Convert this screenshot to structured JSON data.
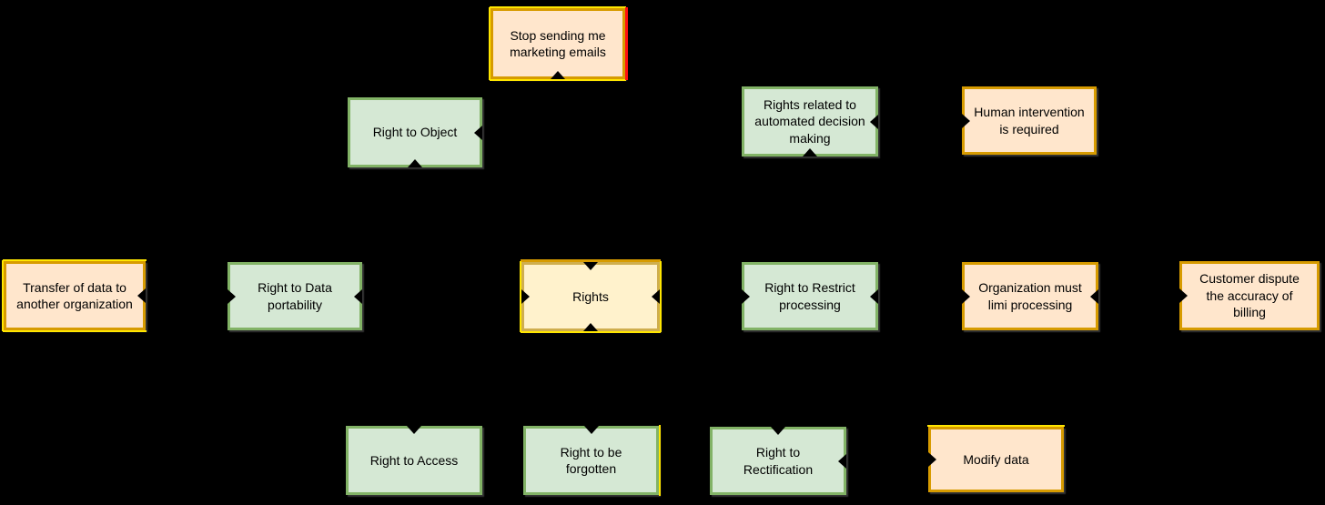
{
  "diagram": {
    "title": "Rights mind map",
    "background": "#000000",
    "palette": {
      "green_fill": "#d5e8d4",
      "green_stroke": "#82b366",
      "orange_fill": "#ffe6cc",
      "orange_stroke": "#d79b00",
      "yellow_fill": "#fff2cc",
      "yellow_stroke": "#cfae4e",
      "accent_yellow": "#ffe600",
      "accent_red": "#fe1010",
      "text": "#000000"
    },
    "nodes": [
      {
        "id": "stop-marketing-emails",
        "label": "Stop sending me marketing emails",
        "style": "orange",
        "accents": [
          "yellow-top",
          "yellow-bottom",
          "yellow-left",
          "red-right"
        ],
        "arrowheads": [
          "bottom"
        ]
      },
      {
        "id": "right-to-object",
        "label": "Right to Object",
        "style": "green",
        "accents": [],
        "arrowheads": [
          "bottom",
          "right"
        ]
      },
      {
        "id": "automated-decision-making",
        "label": "Rights related to automated decision making",
        "style": "green",
        "accents": [],
        "arrowheads": [
          "bottom",
          "right"
        ]
      },
      {
        "id": "human-intervention",
        "label": "Human intervention is required",
        "style": "orange",
        "accents": [],
        "arrowheads": [
          "left"
        ]
      },
      {
        "id": "transfer-of-data",
        "label": "Transfer of data to another organization",
        "style": "orange",
        "accents": [
          "yellow-top",
          "yellow-bottom",
          "yellow-left"
        ],
        "arrowheads": [
          "right"
        ]
      },
      {
        "id": "data-portability",
        "label": "Right to Data portability",
        "style": "green",
        "accents": [],
        "arrowheads": [
          "left",
          "right"
        ]
      },
      {
        "id": "rights",
        "label": "Rights",
        "style": "yellow",
        "accents": [
          "orange-top",
          "yellow-left",
          "yellow-right",
          "yellow-bottom"
        ],
        "arrowheads": [
          "top",
          "bottom",
          "left",
          "right"
        ]
      },
      {
        "id": "restrict-processing",
        "label": "Right to Restrict processing",
        "style": "green",
        "accents": [],
        "arrowheads": [
          "left",
          "right"
        ]
      },
      {
        "id": "organization-must-limi",
        "label": "Organization must limi processing",
        "style": "orange",
        "accents": [],
        "arrowheads": [
          "left",
          "right"
        ]
      },
      {
        "id": "customer-dispute-billing",
        "label": "Customer dispute the accuracy of billing",
        "style": "orange",
        "accents": [],
        "arrowheads": [
          "left"
        ]
      },
      {
        "id": "right-to-access",
        "label": "Right to Access",
        "style": "green",
        "accents": [],
        "arrowheads": [
          "top"
        ]
      },
      {
        "id": "right-to-be-forgotten",
        "label": "Right to be forgotten",
        "style": "green",
        "accents": [
          "yellow-right"
        ],
        "arrowheads": [
          "top"
        ]
      },
      {
        "id": "right-to-rectification",
        "label": "Right to Rectification",
        "style": "green",
        "accents": [],
        "arrowheads": [
          "top",
          "right"
        ]
      },
      {
        "id": "modify-data",
        "label": "Modify data",
        "style": "orange",
        "accents": [
          "yellow-top"
        ],
        "arrowheads": [
          "left"
        ]
      }
    ]
  }
}
